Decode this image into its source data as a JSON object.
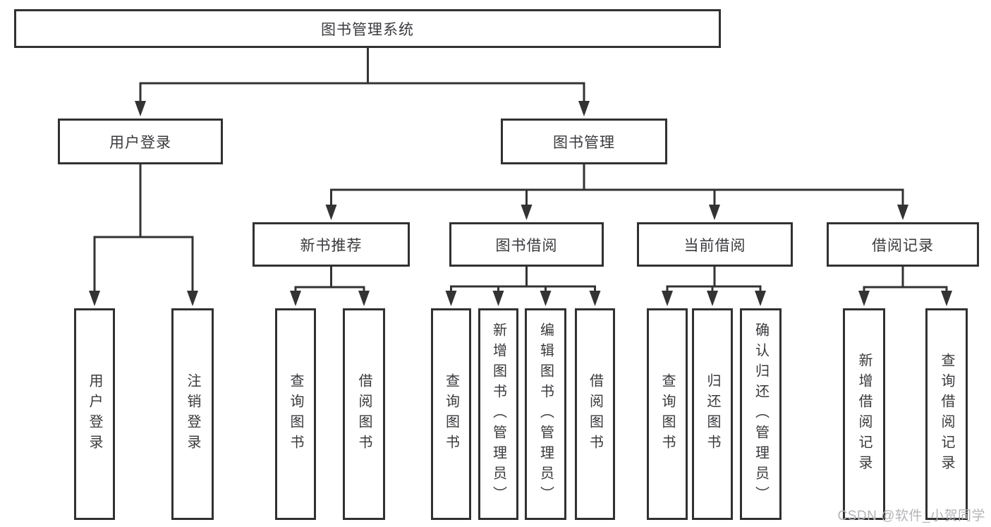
{
  "tree": {
    "root_label": "图书管理系统",
    "children": [
      {
        "label": "用户登录",
        "leaves": [
          "用户登录",
          "注销登录"
        ]
      },
      {
        "label": "图书管理",
        "children": [
          {
            "label": "新书推荐",
            "leaves": [
              "查询图书",
              "借阅图书"
            ]
          },
          {
            "label": "图书借阅",
            "leaves": [
              "查询图书",
              "新增图书（管理员）",
              "编辑图书（管理员）",
              "借阅图书"
            ]
          },
          {
            "label": "当前借阅",
            "leaves": [
              "查询图书",
              "归还图书",
              "确认归还（管理员）"
            ]
          },
          {
            "label": "借阅记录",
            "leaves": [
              "新增借阅记录",
              "查询借阅记录"
            ]
          }
        ]
      }
    ]
  },
  "watermark": {
    "text": "CSDN @软件_小贺同学"
  },
  "colors": {
    "background": "#ffffff",
    "box_fill": "#ffffff",
    "box_border": "#313131",
    "connector_line": "#333333",
    "text": "#3a3a3e",
    "watermark": "#b4b4b8"
  }
}
